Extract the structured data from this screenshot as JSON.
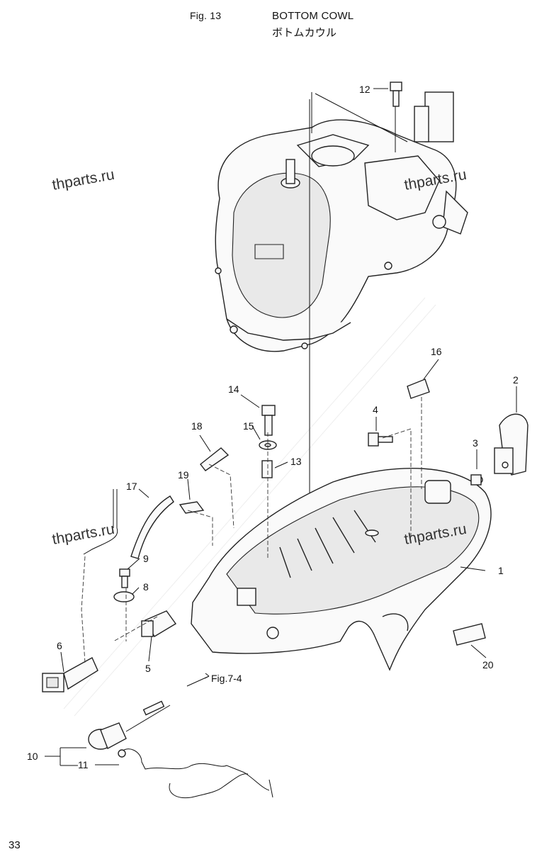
{
  "header": {
    "fig_label": "Fig. 13",
    "title_en": "BOTTOM COWL",
    "title_jp": "ボトムカウル"
  },
  "watermarks": [
    "thparts.ru",
    "thparts.ru",
    "thparts.ru",
    "thparts.ru"
  ],
  "callouts": [
    "1",
    "2",
    "3",
    "4",
    "5",
    "6",
    "8",
    "9",
    "10",
    "11",
    "12",
    "13",
    "14",
    "15",
    "16",
    "17",
    "18",
    "19",
    "20"
  ],
  "reference": "Fig.7-4",
  "page_number": "33"
}
